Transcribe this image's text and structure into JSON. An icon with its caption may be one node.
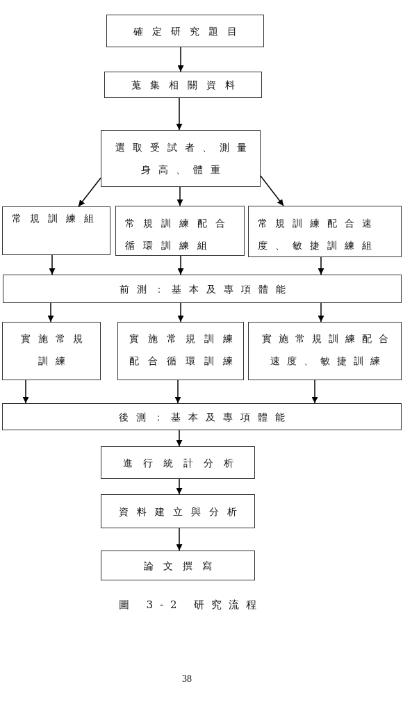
{
  "diagram": {
    "caption": "圖 3-2 研究流程",
    "nodes": [
      {
        "text": [
          "確定研究題目"
        ]
      },
      {
        "text": [
          "蒐集相關資料"
        ]
      },
      {
        "text": [
          "選取受試者、測量身高、體重"
        ]
      },
      {
        "text": [
          "常規訓練組"
        ]
      },
      {
        "text": [
          "常規訓練配合循環訓練組"
        ]
      },
      {
        "text": [
          "常規訓練配合速度、敏捷訓練組"
        ]
      },
      {
        "text": [
          "前測：基本及專項體能"
        ]
      },
      {
        "text": [
          "實施常規訓練"
        ]
      },
      {
        "text": [
          "實施常規訓練配合循環訓練"
        ]
      },
      {
        "text": [
          "實施常規訓練配合速度、敏捷訓練"
        ]
      },
      {
        "text": [
          "後測：基本及專項體能"
        ]
      },
      {
        "text": [
          "進行統計分析"
        ]
      },
      {
        "text": [
          "資料建立與分析"
        ]
      },
      {
        "text": [
          "論文撰寫"
        ]
      }
    ],
    "edges": [
      {
        "from": 0,
        "to": 1,
        "arrow": "to"
      },
      {
        "from": 1,
        "to": 2,
        "arrow": "to"
      },
      {
        "from": 2,
        "to": 3,
        "arrow": "to"
      },
      {
        "from": 2,
        "to": 4,
        "arrow": "to"
      },
      {
        "from": 2,
        "to": 5,
        "arrow": "to"
      },
      {
        "from": 3,
        "to": 6,
        "arrow": "to"
      },
      {
        "from": 4,
        "to": 6,
        "arrow": "to"
      },
      {
        "from": 5,
        "to": 6,
        "arrow": "to"
      },
      {
        "from": 6,
        "to": 7,
        "arrow": "to"
      },
      {
        "from": 6,
        "to": 8,
        "arrow": "to"
      },
      {
        "from": 6,
        "to": 9,
        "arrow": "to"
      },
      {
        "from": 7,
        "to": 10,
        "arrow": "to"
      },
      {
        "from": 8,
        "to": 10,
        "arrow": "to"
      },
      {
        "from": 9,
        "to": 10,
        "arrow": "to"
      },
      {
        "from": 10,
        "to": 11,
        "arrow": "to"
      },
      {
        "from": 11,
        "to": 12,
        "arrow": "to"
      },
      {
        "from": 12,
        "to": 13,
        "arrow": "to"
      }
    ],
    "labels": [
      "38"
    ]
  }
}
